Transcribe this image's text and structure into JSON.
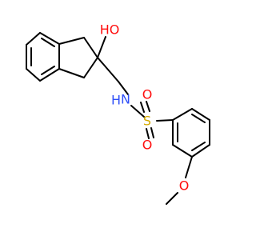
{
  "molecule": {
    "atoms": [
      {
        "id": "oh",
        "text": "HO",
        "color": "#ff0d0d"
      },
      {
        "id": "nh",
        "text": "N",
        "color": "#3050f8"
      },
      {
        "id": "nh_h",
        "text": "H",
        "color": "#3050f8"
      },
      {
        "id": "s",
        "text": "S",
        "color": "#d4aa00"
      },
      {
        "id": "o_top",
        "text": "O",
        "color": "#ff0d0d"
      },
      {
        "id": "o_bottom",
        "text": "O",
        "color": "#ff0d0d"
      },
      {
        "id": "o_methoxy",
        "text": "O",
        "color": "#ff0d0d"
      }
    ]
  }
}
